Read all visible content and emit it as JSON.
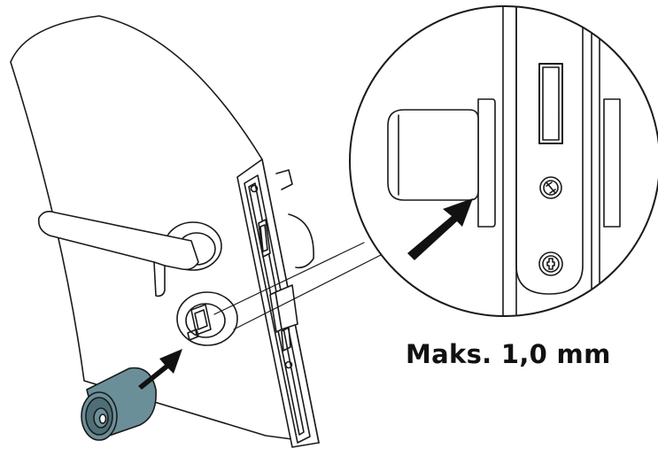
{
  "caption": "Maks. 1,0 mm",
  "colors": {
    "line": "#1a1a1a",
    "cylinder": "#6b8f99",
    "cylinder_dark": "#4e6f78",
    "background": "#ffffff"
  },
  "icons": [
    "door-illustration",
    "cylinder-illustration",
    "insert-arrow-icon",
    "zoom-arrow-icon",
    "screw-icon"
  ]
}
